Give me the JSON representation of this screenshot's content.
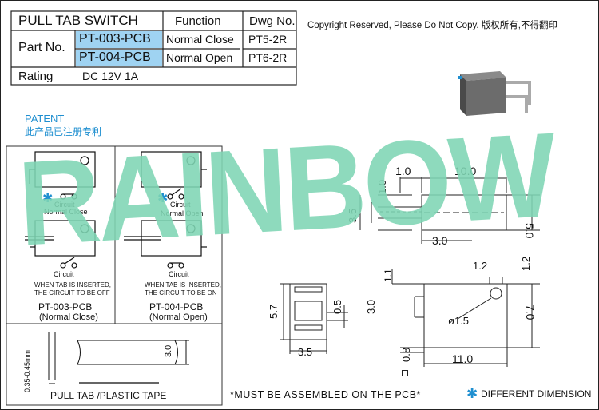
{
  "spec_table": {
    "title": "PULL TAB SWITCH",
    "function_header": "Function",
    "dwg_header": "Dwg  No.",
    "part_label": "Part  No.",
    "rows": [
      {
        "part": "PT-003-PCB",
        "function": "Normal  Close",
        "dwg": "PT5-2R"
      },
      {
        "part": "PT-004-PCB",
        "function": "Normal  Open",
        "dwg": "PT6-2R"
      }
    ],
    "rating_label": "Rating",
    "rating_value": "DC   12V  1A",
    "highlight_color": "#9fd3f2"
  },
  "copyright": "Copyright Reserved, Please Do Not Copy. 版权所有,不得翻印",
  "patent": {
    "title": "PATENT",
    "subtitle": "此产品已注册专利",
    "color": "#1f8fd0"
  },
  "watermark": {
    "text": "RAINBOW",
    "color": "#7fd6b4"
  },
  "schematics": {
    "circuit_label": "Circuit",
    "left": {
      "state_label": "Normal Close",
      "note_line1": "WHEN TAB IS INSERTED,",
      "note_line2": "THE CIRCUIT TO BE OFF",
      "model": "PT-003-PCB",
      "caption": "(Normal Close)"
    },
    "right": {
      "state_label": "Normal Open",
      "note_line1": "WHEN TAB IS INSERTED,",
      "note_line2": "THE CIRCUIT TO BE ON",
      "model": "PT-004-PCB",
      "caption": "(Normal Open)"
    },
    "asterisk": "✱",
    "asterisk_color": "#1f8fd0"
  },
  "tape": {
    "thickness": "0.35-0.45mm",
    "width": "3.0",
    "label": "PULL TAB /PLASTIC TAPE"
  },
  "dimensions": {
    "top_1_0": "1.0",
    "top_10_0": "10.0",
    "v_1_0": "1.0",
    "v_3_5": "3.5",
    "v_5_0": "5.0",
    "h_3_0": "3.0",
    "front_5_7": "5.7",
    "front_0_5": "0.5",
    "front_3_5": "3.5",
    "side_1_1": "1.1",
    "side_1_2a": "1.2",
    "side_1_2b": "1.2",
    "side_3_0": "3.0",
    "side_7_0": "7.0",
    "side_dia": "ø1.5",
    "side_0_8": "0.8",
    "side_11_0": "11.0"
  },
  "footer_note": "*MUST BE ASSEMBLED ON THE PCB*",
  "legend": {
    "symbol": "✱",
    "text": "DIFFERENT DIMENSION"
  }
}
